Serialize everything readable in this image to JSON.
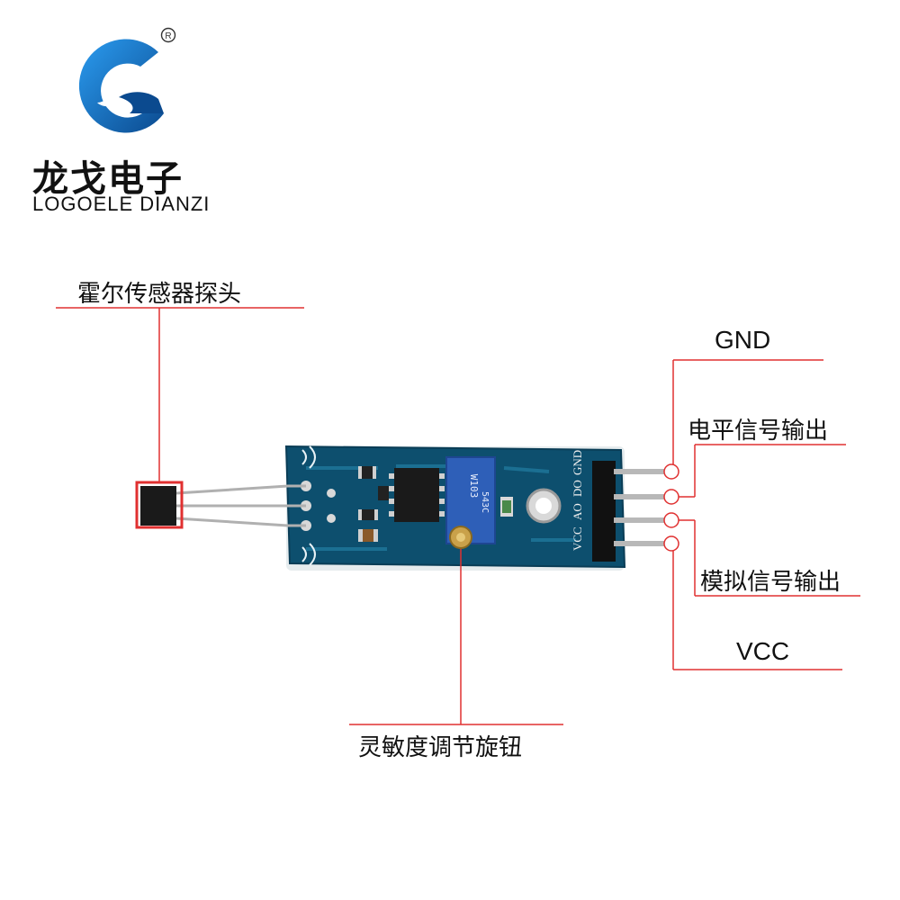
{
  "brand": {
    "name_cn": "龙戈电子",
    "name_en": "LOGOELE DIANZI",
    "registered_mark": "R"
  },
  "annotations": {
    "hall_sensor": "霍尔传感器探头",
    "gnd": "GND",
    "digital_out": "电平信号输出",
    "analog_out": "模拟信号输出",
    "vcc": "VCC",
    "sensitivity_knob": "灵敏度调节旋钮"
  },
  "board": {
    "pin_labels": [
      "VCC",
      "AO",
      "DO",
      "GND"
    ],
    "pot_marking": "W103",
    "chip_marking": "543C"
  },
  "colors": {
    "board": "#0d4f6e",
    "callout_line": "#e03030",
    "logo_blue": "#1e7fd8",
    "logo_dark": "#0b4a8f"
  }
}
